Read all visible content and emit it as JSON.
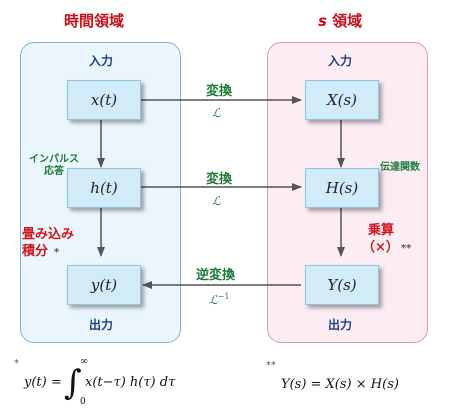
{
  "headings": {
    "time": "時間領域",
    "s_prefix": "s",
    "s_rest": " 領域"
  },
  "time_panel": {
    "input": "入力",
    "output": "出力",
    "x": "x(t)",
    "h": "h(t)",
    "y": "y(t)"
  },
  "s_panel": {
    "input": "入力",
    "output": "出力",
    "X": "X(s)",
    "H": "H(s)",
    "Y": "Y(s)"
  },
  "labels": {
    "impulse_1": "インパルス",
    "impulse_2": "応答",
    "conv_1": "畳み込み",
    "conv_2": "積分",
    "conv_star": "*",
    "transfer": "伝達関数",
    "mult_1": "乗算",
    "mult_2": "（×）",
    "mult_star": "**",
    "transform_1": "変換",
    "transform_2": "変換",
    "inverse": "逆変換",
    "laplace_1": "ℒ",
    "laplace_2": "ℒ",
    "laplace_inv": "ℒ",
    "laplace_inv_sup": "−1"
  },
  "footnotes": {
    "star1": "*",
    "eq1_lhs": "y(t) =",
    "eq1_upper": "∞",
    "eq1_lower": "0",
    "eq1_body": "x(t−τ)  h(τ)  dτ",
    "star2": "**",
    "eq2": "Y(s) = X(s) × H(s)"
  }
}
